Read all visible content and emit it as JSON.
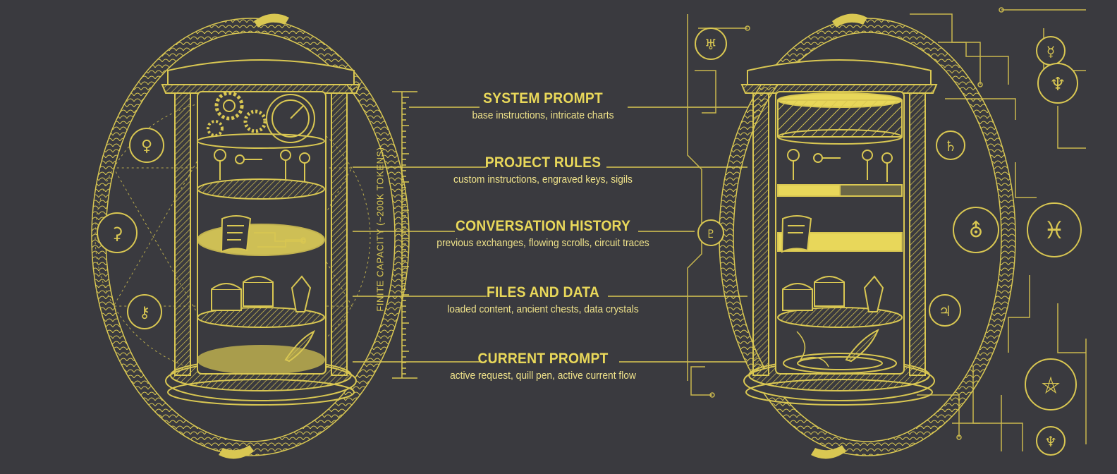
{
  "capacity_label": "FINITE CAPACITY (~200K TOKENS)",
  "layers": [
    {
      "title": "SYSTEM PROMPT",
      "description": "base instructions, intricate charts"
    },
    {
      "title": "PROJECT RULES",
      "description": "custom instructions, engraved keys, sigils"
    },
    {
      "title": "CONVERSATION HISTORY",
      "description": "previous exchanges, flowing scrolls, circuit traces"
    },
    {
      "title": "FILES AND DATA",
      "description": "loaded content, ancient chests, data crystals"
    },
    {
      "title": "CURRENT PROMPT",
      "description": "active request, quill pen, active current flow"
    }
  ],
  "colors": {
    "background": "#3a3a3f",
    "gold": "#d9c752",
    "bright": "#f0df5a"
  },
  "icons": [
    "ouroboros-icon",
    "hourglass-icon",
    "gear-icon",
    "key-icon",
    "scroll-icon",
    "chest-icon",
    "crystal-icon",
    "quill-icon",
    "alchemical-symbol-icon",
    "circuit-trace-icon"
  ]
}
